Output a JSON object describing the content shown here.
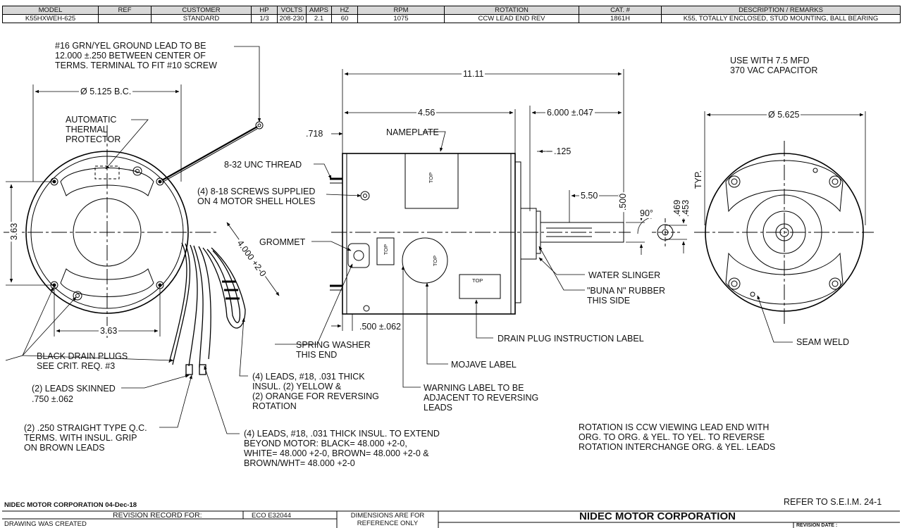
{
  "header": {
    "columns": [
      "MODEL",
      "REF",
      "CUSTOMER",
      "HP",
      "VOLTS",
      "AMPS",
      "HZ",
      "RPM",
      "ROTATION",
      "CAT. #",
      "DESCRIPTION / REMARKS"
    ],
    "values": [
      "K55HXWEH-625",
      "",
      "STANDARD",
      "1/3",
      "208-230",
      "2.1",
      "60",
      "1075",
      "CCW LEAD END REV",
      "1861H",
      "K55, TOTALLY ENCLOSED, STUD MOUNTING, BALL BEARING"
    ]
  },
  "notes": {
    "ground_lead": "#16 GRN/YEL GROUND LEAD TO BE\n12.000 ±.250 BETWEEN CENTER OF\nTERMS. TERMINAL TO FIT #10 SCREW",
    "capacitor": "USE WITH 7.5 MFD\n370 VAC CAPACITOR",
    "thermal": "AUTOMATIC\nTHERMAL\nPROTECTOR",
    "thread": "8-32 UNC THREAD",
    "screws": "(4) 8-18 SCREWS SUPPLIED\nON 4 MOTOR SHELL HOLES",
    "grommet": "GROMMET",
    "nameplate": "NAMEPLATE",
    "water_slinger": "WATER SLINGER",
    "buna": "\"BUNA N\" RUBBER\nTHIS SIDE",
    "drain_label": "DRAIN PLUG INSTRUCTION LABEL",
    "seam_weld": "SEAM WELD",
    "spring_washer": "SPRING WASHER\nTHIS END",
    "mojave": "MOJAVE LABEL",
    "drain_plugs": "BLACK DRAIN PLUGS\nSEE CRIT. REQ. #3",
    "leads_skinned": "(2) LEADS SKINNED",
    "leads_skinned_dim": ".750 ±.062",
    "leads_rev": "(4) LEADS, #18, .031 THICK\nINSUL. (2) YELLOW &\n(2) ORANGE FOR REVERSING\nROTATION",
    "warning": "WARNING LABEL TO BE\nADJACENT TO REVERSING\nLEADS",
    "qc_terms": "(2) .250 STRAIGHT TYPE Q.C.\nTERMS. WITH INSUL. GRIP\nON BROWN LEADS",
    "leads_extend": "(4) LEADS, #18, .031 THICK INSUL. TO EXTEND\nBEYOND MOTOR: BLACK= 48.000 +2-0,\nWHITE= 48.000 +2-0, BROWN= 48.000 +2-0 &\nBROWN/WHT= 48.000 +2-0",
    "rotation": "ROTATION IS CCW VIEWING LEAD END WITH\nORG. TO ORG. & YEL. TO YEL. TO REVERSE\nROTATION INTERCHANGE ORG. & YEL. LEADS",
    "top": "TOP"
  },
  "dims": {
    "bc": "Ø 5.125 B.C.",
    "d363v": "3.63",
    "d363h": "3.63",
    "d4000": "4.000 +2-0",
    "d1111": "11.11",
    "d456": "4.56",
    "d718": ".718",
    "d6000": "6.000 ±.047",
    "d125": ".125",
    "d550": "5.50",
    "d500": ".500",
    "d90": "90°",
    "d469": ".469\n.453",
    "typ": "TYP.",
    "d5625": "Ø 5.625",
    "d500b": ".500 ±.062"
  },
  "footer": {
    "company_date": "NIDEC MOTOR CORPORATION 04-Dec-18",
    "refer": "REFER TO S.E.I.M. 24-1",
    "revision_record": "REVISION RECORD FOR:",
    "eco": "ECO E32044",
    "drawing_created": "DRAWING WAS CREATED",
    "dims_ref": "DIMENSIONS ARE FOR\nREFERENCE ONLY",
    "company": "NIDEC MOTOR CORPORATION",
    "revision_date": "REVISION DATE :"
  }
}
